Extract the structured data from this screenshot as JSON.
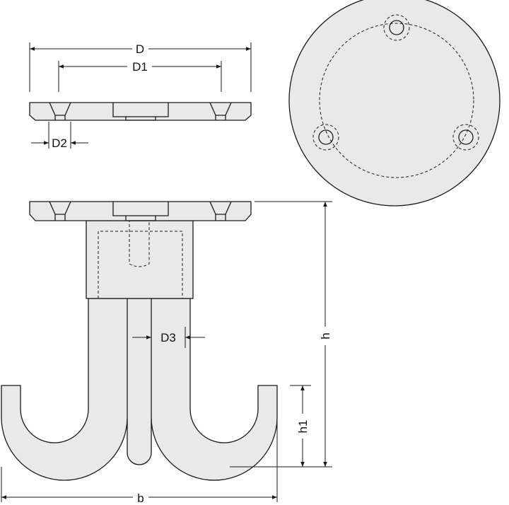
{
  "dimensions": {
    "D": "D",
    "D1": "D1",
    "D2": "D2",
    "D3": "D3",
    "h": "h",
    "h1": "h1",
    "b": "b"
  }
}
